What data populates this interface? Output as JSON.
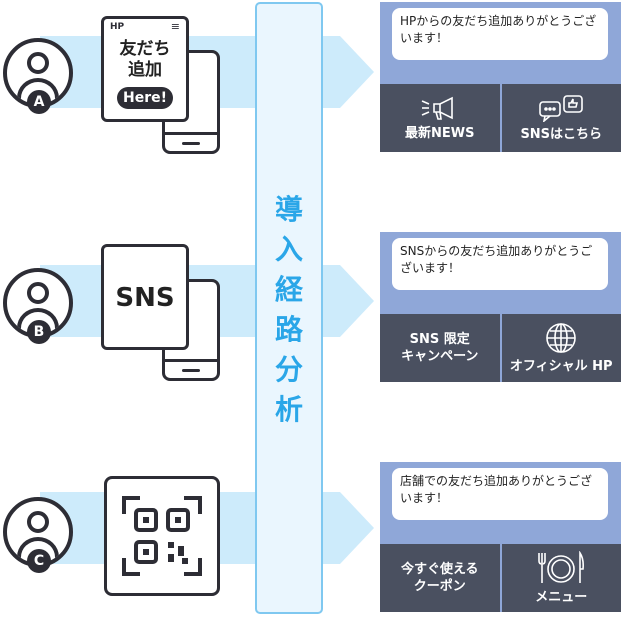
{
  "center_label": "導入経路分析",
  "rows": [
    {
      "badge": "A",
      "device": {
        "brand": "HP",
        "line1": "友だち",
        "line2": "追加",
        "pill": "Here!"
      },
      "bubble": "HPからの友だち追加ありがとうございます！",
      "buttons": [
        {
          "label": "最新NEWS",
          "icon": "megaphone-icon"
        },
        {
          "label": "SNSはこちら",
          "icon": "chat-thumbs-up-icon"
        }
      ]
    },
    {
      "badge": "B",
      "device": {
        "label": "SNS"
      },
      "bubble": "SNSからの友だち追加ありがとうございます！",
      "buttons": [
        {
          "label_line1": "SNS 限定",
          "label_line2": "キャンペーン",
          "icon": ""
        },
        {
          "label": "オフィシャル HP",
          "icon": "globe-icon"
        }
      ]
    },
    {
      "badge": "C",
      "device": {
        "icon": "qr-code-icon"
      },
      "bubble": "店舗での友だち追加ありがとうございます！",
      "buttons": [
        {
          "label_line1": "今すぐ使える",
          "label_line2": "クーポン",
          "icon": ""
        },
        {
          "label": "メニュー",
          "icon": "fork-plate-knife-icon"
        }
      ]
    }
  ]
}
